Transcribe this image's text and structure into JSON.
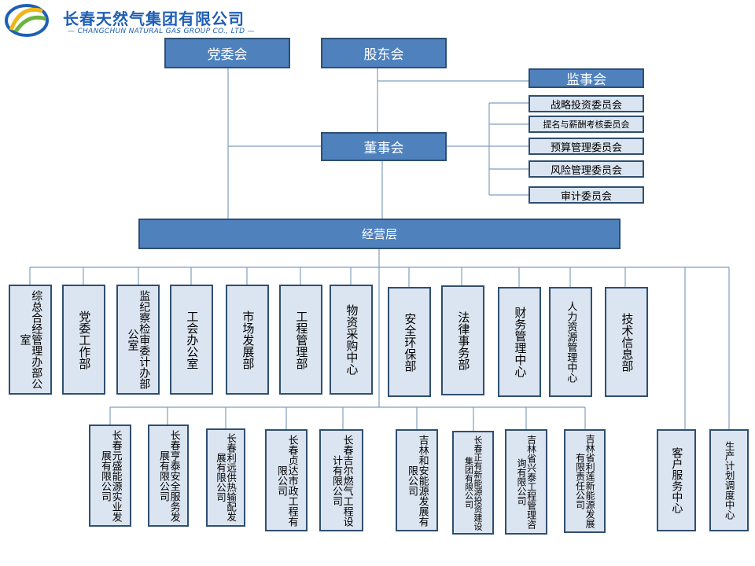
{
  "header": {
    "company_name": "长春天然气集团有限公司",
    "company_name_en": "— CHANGCHUN NATURAL GAS GROUP CO., LTD —"
  },
  "colors": {
    "primary_box": "#4f81bd",
    "secondary_box": "#dbe5f1",
    "border": "#2f4f70",
    "line": "#7f9fbf",
    "brand": "#1f5fb5"
  },
  "governance": {
    "party_committee": "党委会",
    "shareholders_meeting": "股东会",
    "board_of_directors": "董事会",
    "supervisory_board": "监事会",
    "management": "经营层"
  },
  "committees": [
    "战略投资委员会",
    "提名与薪酬考核委员会",
    "预算管理委员会",
    "风险管理委员会",
    "审计委员会"
  ],
  "departments": [
    "综总合经管理办部公室",
    "党委工作部",
    "监纪察检审委计办部公室",
    "工会办公室",
    "市场发展部",
    "工程管理部",
    "物资采购中心",
    "安全环保部",
    "法律事务部",
    "财务管理中心",
    "人力资源管理中心",
    "技术信息部"
  ],
  "subsidiaries": [
    "长春元盛能源实业发展有限公司",
    "长春亨泰安全服务发展有限公司",
    "长春利远供热输配发展有限公司",
    "长春贞达市政工程有限公司",
    "长春吉尔燃气工程设计有限公司",
    "吉林和安能源发展有限公司",
    "长春正有新能源投资建设集团有限公司",
    "吉林省兴泰工程管理咨询有限公司",
    "吉林省利莲新能源发展有限责任公司"
  ],
  "centers": [
    "客户服务中心",
    "生产计划调度中心"
  ]
}
